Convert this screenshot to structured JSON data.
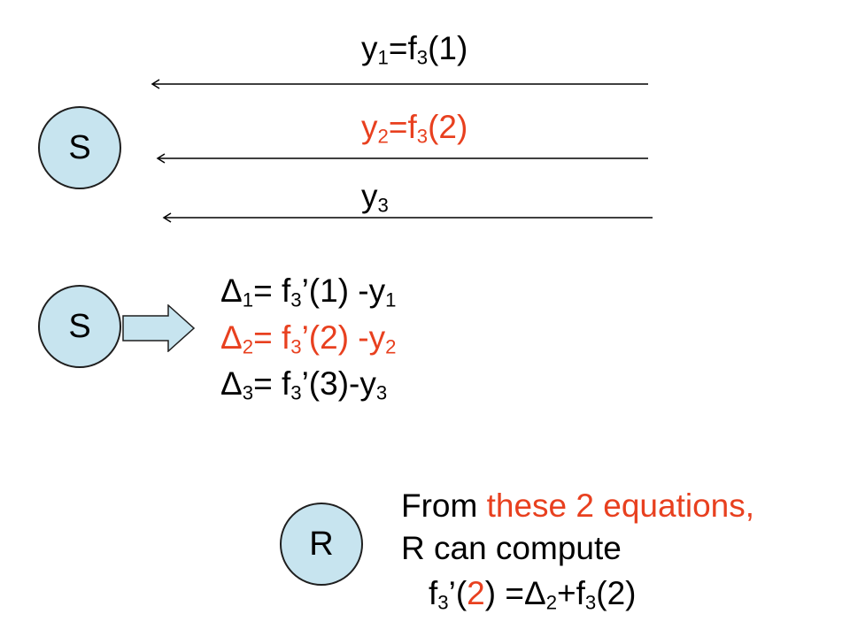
{
  "colors": {
    "node_fill": "#c7e4ef",
    "node_stroke": "#1f1f1f",
    "highlight": "#e8401f",
    "text": "#000000",
    "block_arrow_fill": "#c7e4ef"
  },
  "nodes": {
    "sender_top": "S",
    "sender_mid": "S",
    "receiver": "R"
  },
  "messages": {
    "m1": {
      "var": "y",
      "var_sub": "1",
      "eq": "=f",
      "f_sub": "3",
      "arg": "(1)"
    },
    "m2": {
      "var": "y",
      "var_sub": "2",
      "eq": "=f",
      "f_sub": "3",
      "arg": "(2)"
    },
    "m3": {
      "var": "y",
      "var_sub": "3"
    }
  },
  "deltas": [
    {
      "sym": "Δ",
      "sub": "1",
      "eq": "= f",
      "f_sub": "3",
      "arg": "’(1) -y",
      "y_sub": "1"
    },
    {
      "sym": "Δ",
      "sub": "2",
      "eq": "= f",
      "f_sub": "3",
      "arg": "’(2) -y",
      "y_sub": "2"
    },
    {
      "sym": "Δ",
      "sub": "3",
      "eq": "= f",
      "f_sub": "3",
      "arg": "’(3)-y",
      "y_sub": "3"
    }
  ],
  "conclusion": {
    "line1_prefix": "From ",
    "line1_highlight": "these 2 equations,",
    "line2": "R can compute",
    "line3": {
      "f": "f",
      "f_sub": "3",
      "prime_open": "’(",
      "arg": "2",
      "close_eq": ") =Δ",
      "delta_sub": "2",
      "plus_f": "+f",
      "f2_sub": "3",
      "tail": "(2)"
    }
  }
}
